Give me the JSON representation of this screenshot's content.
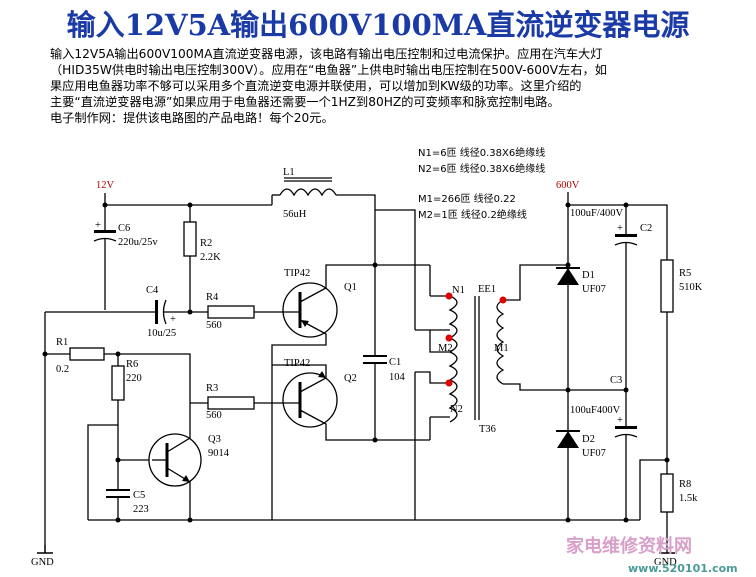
{
  "title": "输入12V5A输出600V100MA直流逆变器电源",
  "description": [
    "输入12V5A输出600V100MA直流逆变器电源，该电路有输出电压控制和过电流保护。应用在汽车大灯",
    "（HID35W供电时输出电压控制300V）。应用在“电鱼器”上供电时输出电压控制在500V-600V左右，如",
    "果应用电鱼器功率不够可以采用多个直流逆变电源并联使用，可以增加到KW级的功率。这里介绍的",
    "主要“直流逆变器电源”如果应用于电鱼器还需要一个1HZ到80HZ的可变频率和脉宽控制电路。",
    "电子制作网：提供该电路图的产品电路！每个20元。"
  ],
  "schematic": {
    "winding_notes": {
      "n1": "N1=6匝  线径0.38X6绝缘线",
      "n2": "N2=6匝  线径0.38X6绝缘线",
      "m1": "M1=266匝  线径0.22",
      "m2": "M2=1匝  线径0.2绝缘线"
    },
    "supply_in": "12V",
    "supply_out": "600V",
    "gnd_left": "GND",
    "gnd_right": "GND",
    "c6": {
      "name": "C6",
      "value": "220u/25v"
    },
    "c4": {
      "name": "C4",
      "value": "10u/25"
    },
    "r1": {
      "name": "R1",
      "value": "0.2"
    },
    "r2": {
      "name": "R2",
      "value": "2.2K"
    },
    "r4": {
      "name": "R4",
      "value": "560"
    },
    "r3": {
      "name": "R3",
      "value": "560"
    },
    "r6": {
      "name": "R6",
      "value": "220"
    },
    "c5": {
      "name": "C5",
      "value": "223"
    },
    "q3": {
      "name": "Q3",
      "value": "9014"
    },
    "l1": {
      "name": "L1",
      "value": "56uH"
    },
    "q1": {
      "name": "Q1",
      "type": "TIP42"
    },
    "q2": {
      "name": "Q2",
      "type": "TIP42"
    },
    "c1": {
      "name": "C1",
      "value": "104"
    },
    "ee1": "EE1",
    "t36": "T36",
    "n1": "N1",
    "m2": "M2",
    "n2": "N2",
    "m1": "M1",
    "c2": {
      "name": "C2",
      "value": "100uF/400V"
    },
    "c3": {
      "name": "C3",
      "value": "100uF400V"
    },
    "d1": {
      "name": "D1",
      "type": "UF07"
    },
    "d2": {
      "name": "D2",
      "type": "UF07"
    },
    "r5": {
      "name": "R5",
      "value": "510K"
    },
    "r8": {
      "name": "R8",
      "value": "1.5k"
    }
  },
  "watermark": {
    "site_cn": "家电维修资料网",
    "site_url": "www.520101.com"
  }
}
